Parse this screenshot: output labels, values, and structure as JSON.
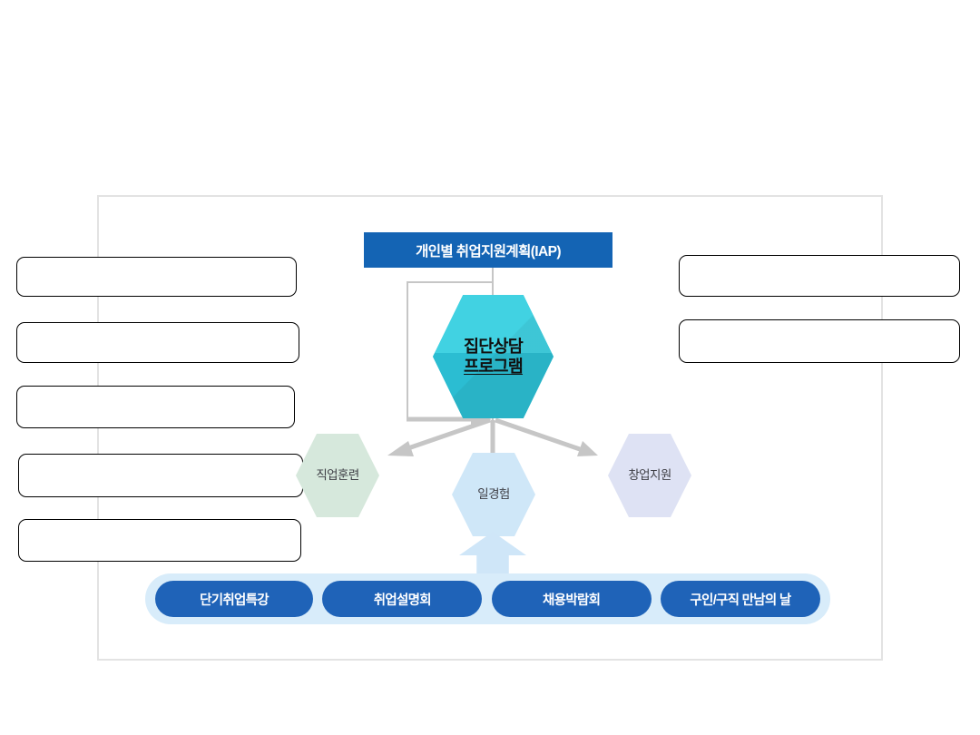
{
  "diagram": {
    "title_box": {
      "label": "개인별 취업지원계획(IAP)",
      "color": "#1464b4"
    },
    "center_node": {
      "line1": "집단상담",
      "line2": "프로그램",
      "color": "#39cbdd",
      "shape": "hexagon"
    },
    "branch_nodes": [
      {
        "label": "직업훈련",
        "color": "#d6e8dc",
        "shape": "hexagon"
      },
      {
        "label": "일경험",
        "color": "#cfe7f8",
        "shape": "hexagon"
      },
      {
        "label": "창업지원",
        "color": "#dee2f4",
        "shape": "hexagon"
      }
    ],
    "program_pills": [
      {
        "label": "단기취업특강",
        "color": "#1f63b8"
      },
      {
        "label": "취업설명회",
        "color": "#1f63b8"
      },
      {
        "label": "채용박람회",
        "color": "#1f63b8"
      },
      {
        "label": "구인/구직 만남의 날",
        "color": "#1f63b8"
      }
    ],
    "pill_bar": {
      "color": "#d8ecfa"
    },
    "up_arrow": {
      "color": "#cfe6f8",
      "direction": "up"
    },
    "connector_color": "#c6c6c6",
    "frame_color": "#e3e3e3",
    "left_notes": [
      {
        "text": ""
      },
      {
        "text": ""
      },
      {
        "text": ""
      },
      {
        "text": ""
      },
      {
        "text": ""
      }
    ],
    "right_notes": [
      {
        "text": ""
      },
      {
        "text": ""
      }
    ]
  }
}
